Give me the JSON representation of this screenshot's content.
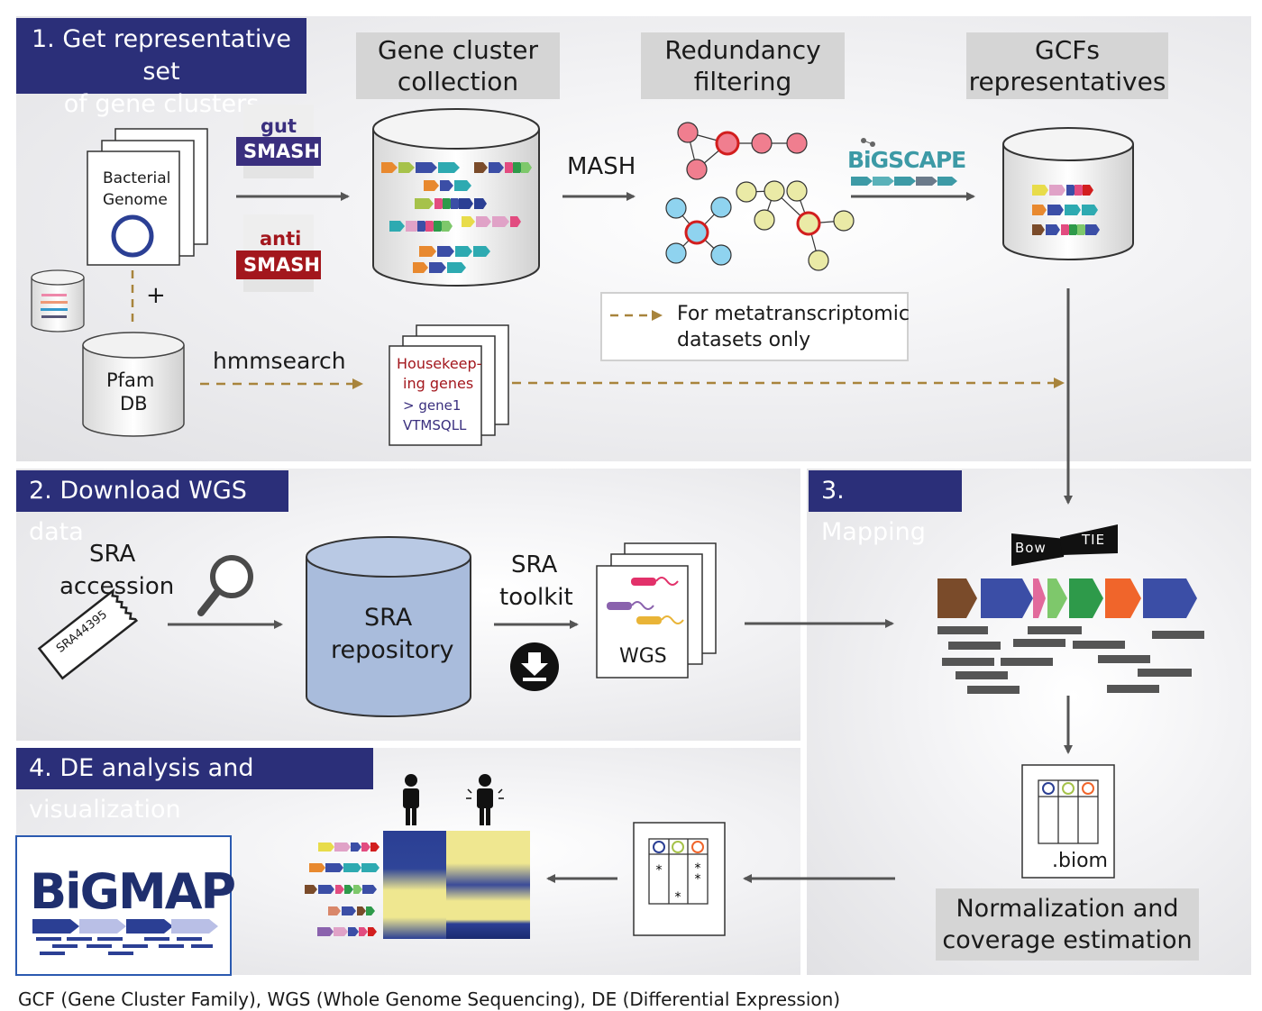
{
  "steps": {
    "s1_line1": "1. Get representative set",
    "s1_line2": "of gene clusters",
    "s2": "2. Download WGS data",
    "s3": "3. Mapping",
    "s4": "4. DE analysis and visualization"
  },
  "headers": {
    "gene_cluster_line1": "Gene cluster",
    "gene_cluster_line2": "collection",
    "redundancy_line1": "Redundancy",
    "redundancy_line2": "filtering",
    "gcfs_line1": "GCFs",
    "gcfs_line2": "representatives"
  },
  "labels": {
    "bacterial_line1": "Bacterial",
    "bacterial_line2": "Genome",
    "gut": "gut",
    "smash": "SMASH",
    "anti": "anti",
    "mash": "MASH",
    "bigscape": "BiGSCAPE",
    "plus": "+",
    "pfam_line1": "Pfam",
    "pfam_line2": "DB",
    "hmmsearch": "hmmsearch",
    "hk_line1": "Housekeep-",
    "hk_line2": "ing genes",
    "hk_line3": "> gene1",
    "hk_line4": "VTMSQLL",
    "meta_line1": "For metatranscriptomic",
    "meta_line2": "datasets only",
    "sra_line1": "SRA",
    "sra_line2": "accession",
    "sra_ticket": "SRA44395",
    "repo_line1": "SRA",
    "repo_line2": "repository",
    "toolkit_line1": "SRA",
    "toolkit_line2": "toolkit",
    "wgs": "WGS",
    "bowtie_bow": "Bow",
    "bowtie_tie": "TIE",
    "biom": ".biom",
    "norm_line1": "Normalization and",
    "norm_line2": "coverage estimation",
    "bigmap": "BiGMAP"
  },
  "footer": "GCF (Gene Cluster Family), WGS (Whole Genome Sequencing), DE (Differential Expression)",
  "colors": {
    "step_bg": "#2b2f79",
    "header_bg": "#d5d5d5",
    "gut_smash": "#3a2f7e",
    "anti_smash": "#a3171d",
    "dashed_arrow": "#a8843c",
    "repo_fill": "#a9bcdc",
    "node_pink": "#f07e8f",
    "node_blue": "#8fd3ef",
    "node_yellow": "#eaeaa6",
    "heatmap_blue": "#2b3f94",
    "heatmap_yellow": "#efe790"
  },
  "icons": [
    "magnifier-icon",
    "download-icon",
    "person-icon",
    "sick-person-icon",
    "bigscape-logo",
    "bowtie-logo",
    "bigmap-logo"
  ]
}
